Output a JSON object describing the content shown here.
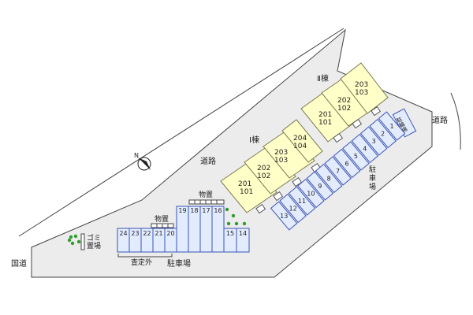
{
  "colors": {
    "ground": "#ececec",
    "ground_outline": "#444444",
    "building_fill": "#ffffc8",
    "building_outline": "#7a7a52",
    "parking_fill": "#e3ebff",
    "parking_outline": "#3a55b5",
    "tree": "#2e9b2e"
  },
  "labels": {
    "road_top": "道路",
    "road_right": "道路",
    "national_road": "国道",
    "garbage_1": "ゴミ",
    "garbage_2": "置場",
    "storage_1": "物置",
    "storage_2": "物置",
    "out_of_scope": "査定外",
    "parking_bottom": "駐車場",
    "parking_right_v": [
      "駐",
      "車",
      "場"
    ],
    "bike_parking": "駐輪場"
  },
  "building_1": {
    "name": "Ⅰ棟",
    "units": [
      {
        "top": "201",
        "bottom": "101"
      },
      {
        "top": "202",
        "bottom": "102"
      },
      {
        "top": "203",
        "bottom": "103"
      },
      {
        "top": "204",
        "bottom": "104"
      }
    ]
  },
  "building_2": {
    "name": "Ⅱ棟",
    "units": [
      {
        "top": "201",
        "bottom": "101"
      },
      {
        "top": "202",
        "bottom": "102"
      },
      {
        "top": "203",
        "bottom": "103"
      }
    ]
  },
  "parking_right": [
    "1",
    "2",
    "3",
    "4",
    "5",
    "6",
    "7",
    "8",
    "9",
    "10",
    "11",
    "12",
    "13"
  ],
  "parking_left": {
    "row_bottom": [
      "24",
      "23",
      "22",
      "21",
      "20"
    ],
    "row_tall": [
      "19",
      "18",
      "17",
      "16"
    ],
    "row_right": [
      "15",
      "14"
    ]
  },
  "compass": {
    "label": "N",
    "icon": "north-arrow-icon"
  }
}
